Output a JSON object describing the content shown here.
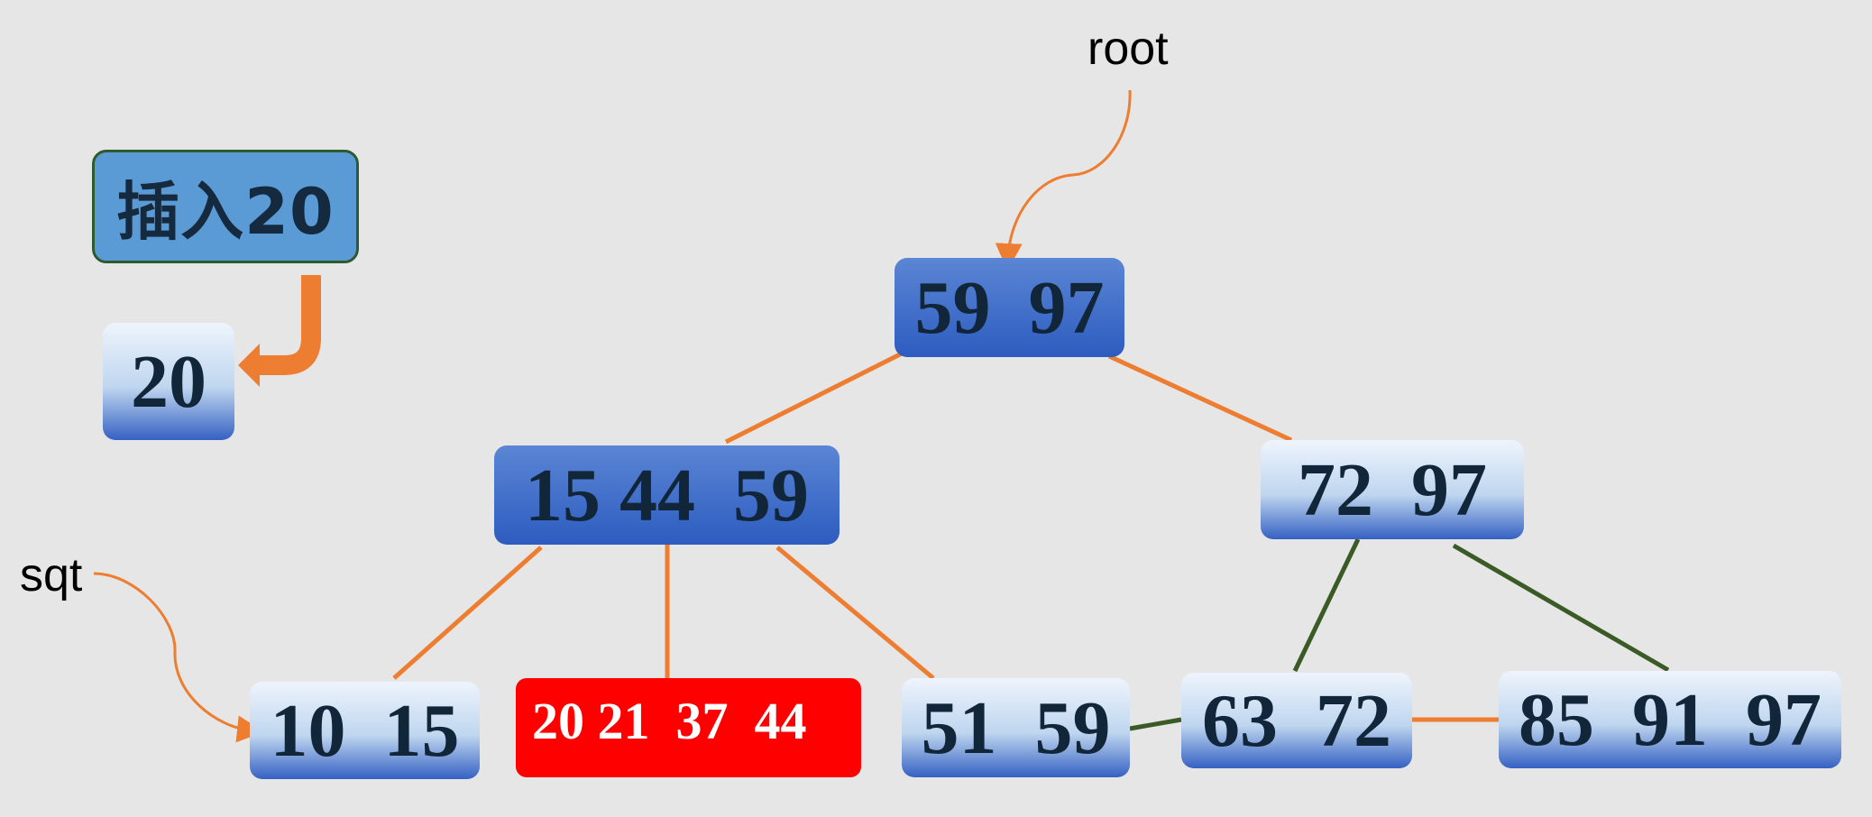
{
  "instruction": "插入20",
  "new_key": "20",
  "pointers": {
    "root": "root",
    "sqt": "sqt"
  },
  "tree": {
    "root": {
      "keys": "59  97"
    },
    "level1": {
      "left": "15 44  59",
      "right": "72  97"
    },
    "leaves": {
      "leaf1": "10  15",
      "leaf2": "20 21  37  44",
      "leaf3": "51  59",
      "leaf4": "63  72",
      "leaf5": "85  91  97"
    }
  },
  "colors": {
    "background": "#e6e6e6",
    "edge_orange": "#ed7d31",
    "edge_green": "#3a5a26",
    "highlight_leaf": "#ff0000",
    "internal_node": "#3a67c8"
  }
}
